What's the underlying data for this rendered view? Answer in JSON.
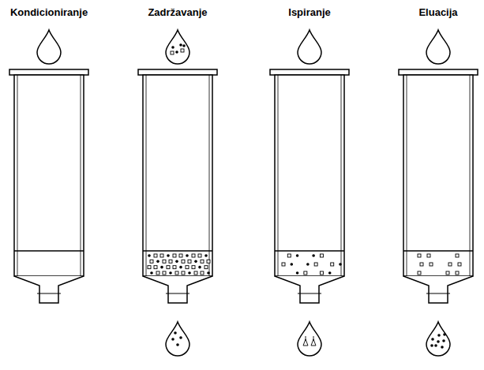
{
  "diagram": {
    "labels": [
      "Kondicioniranje",
      "Zadržavanje",
      "Ispiranje",
      "Eluacija"
    ]
  }
}
